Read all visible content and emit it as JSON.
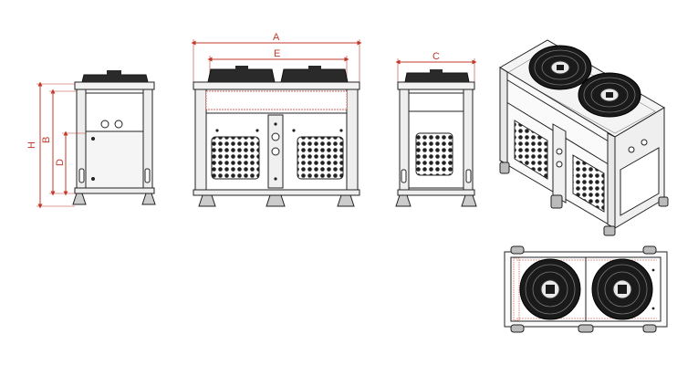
{
  "colors": {
    "line": "#222222",
    "fill_light": "#f2f2f2",
    "fill_mid": "#d9d9d9",
    "fan_dark": "#1a1a1a",
    "dimension": "#c0392b"
  },
  "dimensions": {
    "A": "A",
    "E": "E",
    "C": "C",
    "H": "H",
    "B": "B",
    "D": "D"
  },
  "views": {
    "side_left": {
      "icon": "side-elevation"
    },
    "front": {
      "icon": "front-elevation"
    },
    "side_right": {
      "icon": "side-elevation"
    },
    "isometric": {
      "icon": "isometric-view"
    },
    "top": {
      "icon": "plan-view"
    }
  }
}
